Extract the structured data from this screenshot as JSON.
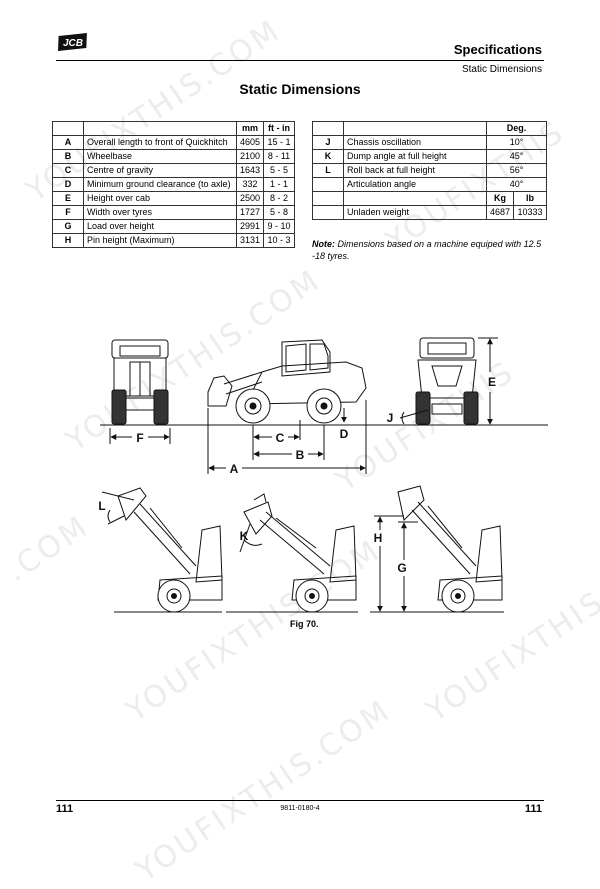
{
  "brand": {
    "logo_text": "JCB"
  },
  "header": {
    "section_title": "Specifications",
    "subsection": "Static Dimensions"
  },
  "page_title": "Static Dimensions",
  "table_left": {
    "columns": [
      "",
      "",
      "mm",
      "ft - in"
    ],
    "rows": [
      {
        "key": "A",
        "label": "Overall length to front of Quickhitch",
        "mm": "4605",
        "ftin": "15 - 1"
      },
      {
        "key": "B",
        "label": "Wheelbase",
        "mm": "2100",
        "ftin": "8 - 11"
      },
      {
        "key": "C",
        "label": "Centre of gravity",
        "mm": "1643",
        "ftin": "5 - 5"
      },
      {
        "key": "D",
        "label": "Minimum ground clearance (to axle)",
        "mm": "332",
        "ftin": "1 - 1"
      },
      {
        "key": "E",
        "label": "Height over cab",
        "mm": "2500",
        "ftin": "8 - 2"
      },
      {
        "key": "F",
        "label": "Width over tyres",
        "mm": "1727",
        "ftin": "5 - 8"
      },
      {
        "key": "G",
        "label": "Load over height",
        "mm": "2991",
        "ftin": "9 - 10"
      },
      {
        "key": "H",
        "label": "Pin height (Maximum)",
        "mm": "3131",
        "ftin": "10 - 3"
      }
    ]
  },
  "table_right": {
    "deg_header": "Deg.",
    "rows": [
      {
        "key": "J",
        "label": "Chassis oscillation",
        "value": "10°"
      },
      {
        "key": "K",
        "label": "Dump angle at full height",
        "value": "45°"
      },
      {
        "key": "L",
        "label": "Roll back at full height",
        "value": "56°"
      },
      {
        "key": "",
        "label": "Articulation angle",
        "value": "40°"
      }
    ],
    "kg_header": "Kg",
    "lb_header": "lb",
    "weight": {
      "label": "Unladen weight",
      "kg": "4687",
      "lb": "10333"
    }
  },
  "note": {
    "prefix": "Note:",
    "text": "Dimensions based on a machine equiped with 12.5 -18 tyres."
  },
  "figure": {
    "caption": "Fig 70.",
    "labels": {
      "A": "A",
      "B": "B",
      "C": "C",
      "D": "D",
      "E": "E",
      "F": "F",
      "G": "G",
      "H": "H",
      "J": "J",
      "K": "K",
      "L": "L"
    }
  },
  "footer": {
    "page_left": "111",
    "doc_code": "9811-0180-4",
    "page_right": "111"
  },
  "watermark": {
    "text_a": "YOUFIXTHIS.COM",
    "text_b": "YOUFIXTHIS",
    "text_c": ".COM"
  }
}
